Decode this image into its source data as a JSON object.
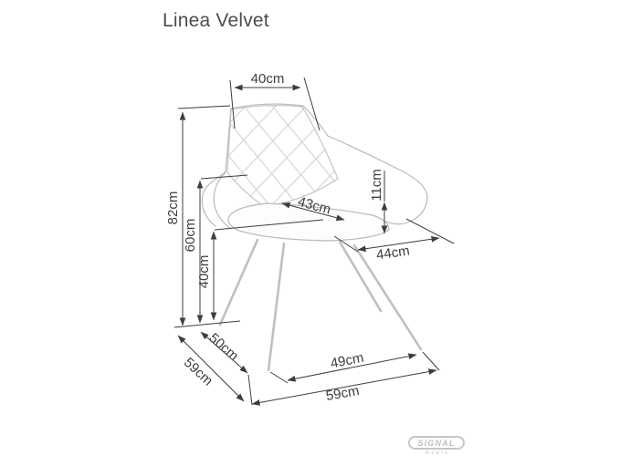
{
  "title": "Linea Velvet",
  "brand": {
    "name": "SIGNAL",
    "tagline": "meble"
  },
  "colors": {
    "background": "#ffffff",
    "dimension_lines": "#3d3d3d",
    "chair_outline": "#b5babc",
    "title_text": "#4c4c4c",
    "logo_gray": "#c6c6c6"
  },
  "diagram": {
    "type": "product-dimensions",
    "product": "quilted armchair line drawing",
    "units": "cm",
    "dimensions": {
      "back_width_top": "40cm",
      "height_total": "82cm",
      "height_armrest": "60cm",
      "height_seat": "40cm",
      "seat_depth_diagonal": "43cm",
      "cushion_edge_height": "11cm",
      "seat_width_front": "44cm",
      "base_depth_inner": "50cm",
      "base_depth_outer": "59cm",
      "base_width_inner": "49cm",
      "base_width_outer": "59cm"
    }
  }
}
